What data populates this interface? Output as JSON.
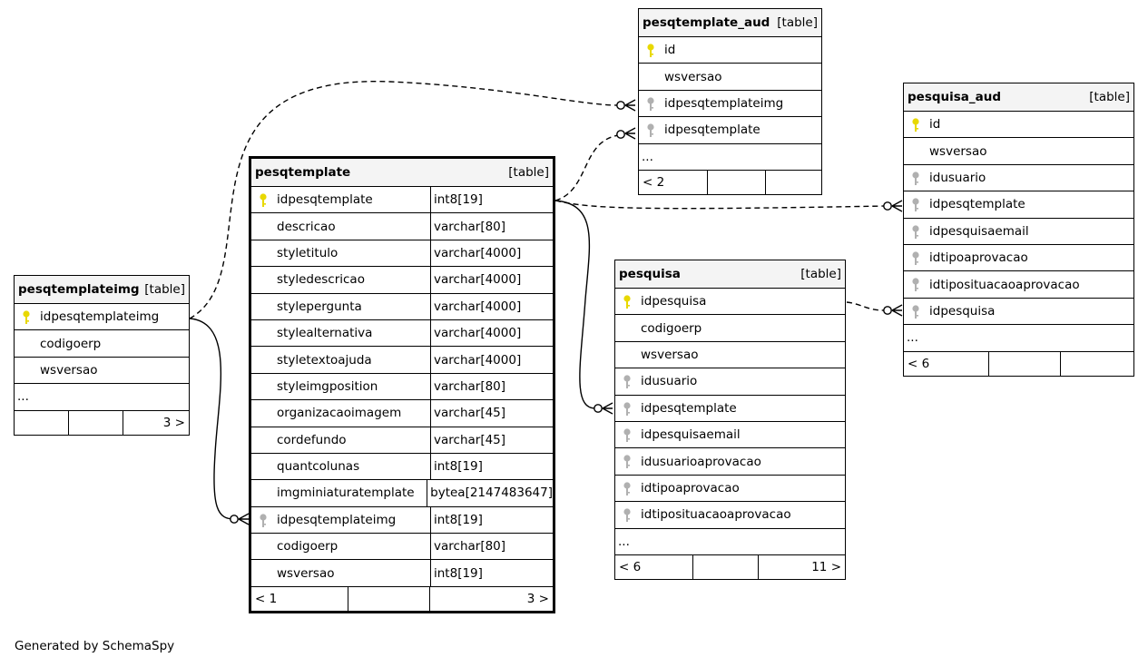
{
  "tables": [
    {
      "id": "pesqtemplateimg",
      "name": "pesqtemplateimg",
      "type": "[table]",
      "focus": false,
      "showTypes": false,
      "columns": [
        {
          "name": "idpesqtemplateimg",
          "key": "pk"
        },
        {
          "name": "codigoerp",
          "key": ""
        },
        {
          "name": "wsversao",
          "key": ""
        }
      ],
      "footer": [
        "",
        "",
        "3 >"
      ]
    },
    {
      "id": "pesqtemplate",
      "name": "pesqtemplate",
      "type": "[table]",
      "focus": true,
      "showTypes": true,
      "columns": [
        {
          "name": "idpesqtemplate",
          "type": "int8[19]",
          "key": "pk"
        },
        {
          "name": "descricao",
          "type": "varchar[80]",
          "key": ""
        },
        {
          "name": "styletitulo",
          "type": "varchar[4000]",
          "key": ""
        },
        {
          "name": "styledescricao",
          "type": "varchar[4000]",
          "key": ""
        },
        {
          "name": "stylepergunta",
          "type": "varchar[4000]",
          "key": ""
        },
        {
          "name": "stylealternativa",
          "type": "varchar[4000]",
          "key": ""
        },
        {
          "name": "styletextoajuda",
          "type": "varchar[4000]",
          "key": ""
        },
        {
          "name": "styleimgposition",
          "type": "varchar[80]",
          "key": ""
        },
        {
          "name": "organizacaoimagem",
          "type": "varchar[45]",
          "key": ""
        },
        {
          "name": "cordefundo",
          "type": "varchar[45]",
          "key": ""
        },
        {
          "name": "quantcolunas",
          "type": "int8[19]",
          "key": ""
        },
        {
          "name": "imgminiaturatemplate",
          "type": "bytea[2147483647]",
          "key": ""
        },
        {
          "name": "idpesqtemplateimg",
          "type": "int8[19]",
          "key": "fk"
        },
        {
          "name": "codigoerp",
          "type": "varchar[80]",
          "key": ""
        },
        {
          "name": "wsversao",
          "type": "int8[19]",
          "key": ""
        }
      ],
      "footer": [
        "< 1",
        "",
        "3 >"
      ]
    },
    {
      "id": "pesqtemplate_aud",
      "name": "pesqtemplate_aud",
      "type": "[table]",
      "focus": false,
      "showTypes": false,
      "columns": [
        {
          "name": "id",
          "key": "pk"
        },
        {
          "name": "wsversao",
          "key": ""
        },
        {
          "name": "idpesqtemplateimg",
          "key": "fk"
        },
        {
          "name": "idpesqtemplate",
          "key": "fk"
        }
      ],
      "footer": [
        "< 2",
        "",
        ""
      ]
    },
    {
      "id": "pesquisa",
      "name": "pesquisa",
      "type": "[table]",
      "focus": false,
      "showTypes": false,
      "columns": [
        {
          "name": "idpesquisa",
          "key": "pk"
        },
        {
          "name": "codigoerp",
          "key": ""
        },
        {
          "name": "wsversao",
          "key": ""
        },
        {
          "name": "idusuario",
          "key": "fk"
        },
        {
          "name": "idpesqtemplate",
          "key": "fk"
        },
        {
          "name": "idpesquisaemail",
          "key": "fk"
        },
        {
          "name": "idusuarioaprovacao",
          "key": "fk"
        },
        {
          "name": "idtipoaprovacao",
          "key": "fk"
        },
        {
          "name": "idtiposituacaoaprovacao",
          "key": "fk"
        }
      ],
      "footer": [
        "< 6",
        "",
        "11 >"
      ]
    },
    {
      "id": "pesquisa_aud",
      "name": "pesquisa_aud",
      "type": "[table]",
      "focus": false,
      "showTypes": false,
      "columns": [
        {
          "name": "id",
          "key": "pk"
        },
        {
          "name": "wsversao",
          "key": ""
        },
        {
          "name": "idusuario",
          "key": "fk"
        },
        {
          "name": "idpesqtemplate",
          "key": "fk"
        },
        {
          "name": "idpesquisaemail",
          "key": "fk"
        },
        {
          "name": "idtipoaprovacao",
          "key": "fk"
        },
        {
          "name": "idtiposituacaoaprovacao",
          "key": "fk"
        },
        {
          "name": "idpesquisa",
          "key": "fk"
        }
      ],
      "footer": [
        "< 6",
        "",
        ""
      ]
    }
  ],
  "more_label": "...",
  "relationships": [
    {
      "from": "pesqtemplate.idpesqtemplateimg",
      "to": "pesqtemplateimg.idpesqtemplateimg",
      "implied": false
    },
    {
      "from": "pesqtemplate_aud.idpesqtemplateimg",
      "to": "pesqtemplateimg.idpesqtemplateimg",
      "implied": true
    },
    {
      "from": "pesqtemplate_aud.idpesqtemplate",
      "to": "pesqtemplate.idpesqtemplate",
      "implied": true
    },
    {
      "from": "pesquisa.idpesqtemplate",
      "to": "pesqtemplate.idpesqtemplate",
      "implied": false
    },
    {
      "from": "pesquisa_aud.idpesqtemplate",
      "to": "pesqtemplate.idpesqtemplate",
      "implied": true
    },
    {
      "from": "pesquisa_aud.idpesquisa",
      "to": "pesquisa.idpesquisa",
      "implied": true
    }
  ],
  "colors": {
    "pk_key": "#e8d800",
    "fk_key": "#b0b0b0",
    "header_bg": "#f4f4f4"
  },
  "credit": "Generated by SchemaSpy"
}
